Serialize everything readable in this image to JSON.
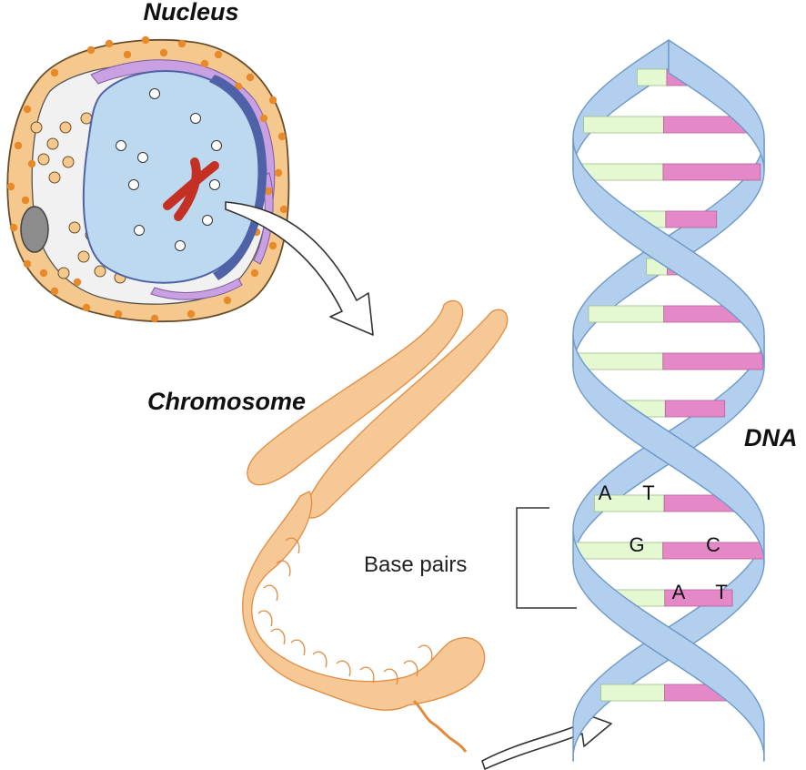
{
  "titles": {
    "nucleus": "Nucleus",
    "chromosome": "Chromosome",
    "dna": "DNA"
  },
  "base_pairs_label": "Base pairs",
  "base_pairs": [
    {
      "left": "A",
      "right": "T"
    },
    {
      "left": "G",
      "right": "C"
    },
    {
      "left": "A",
      "right": "T"
    }
  ],
  "colors": {
    "membrane": "#f5c98e",
    "cytoplasm_granule": "#e8892a",
    "nucleus_fill": "#bcd9ef",
    "nucleus_rim": "#4f62a8",
    "er": "#c9a1e3",
    "chromosome_red": "#c53024",
    "chromosome_fill": "#f6c895",
    "chromosome_line": "#e38a3e",
    "dna_strand": "#b2d0ee",
    "dna_strand_edge": "#6e98c9",
    "base_green": "#e4f8d2",
    "base_pink": "#e588c7"
  }
}
